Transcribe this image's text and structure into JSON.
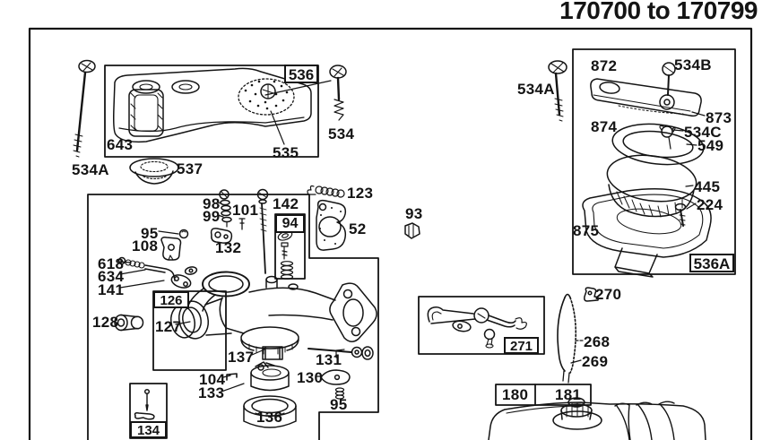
{
  "title": "170700 to 170799",
  "parts": {
    "536": "536",
    "534": "534",
    "534A_left": "534A",
    "535": "535",
    "643": "643",
    "537": "537",
    "98": "98",
    "99": "99",
    "101": "101",
    "142": "142",
    "94": "94",
    "123": "123",
    "52": "52",
    "93": "93",
    "95_upper": "95",
    "108": "108",
    "132": "132",
    "618": "618",
    "634": "634",
    "141": "141",
    "126": "126",
    "127": "127",
    "128": "128",
    "137": "137",
    "131": "131",
    "104": "104",
    "133": "133",
    "130": "130",
    "95_lower": "95",
    "136": "136",
    "134": "134",
    "872": "872",
    "534B": "534B",
    "534A_right": "534A",
    "873": "873",
    "874": "874",
    "534C": "534C",
    "549": "549",
    "445": "445",
    "224": "224",
    "875": "875",
    "536A": "536A",
    "271": "271",
    "270": "270",
    "268": "268",
    "269": "269",
    "180": "180",
    "181": "181"
  },
  "colors": {
    "ink": "#141414",
    "paper": "#ffffff"
  }
}
